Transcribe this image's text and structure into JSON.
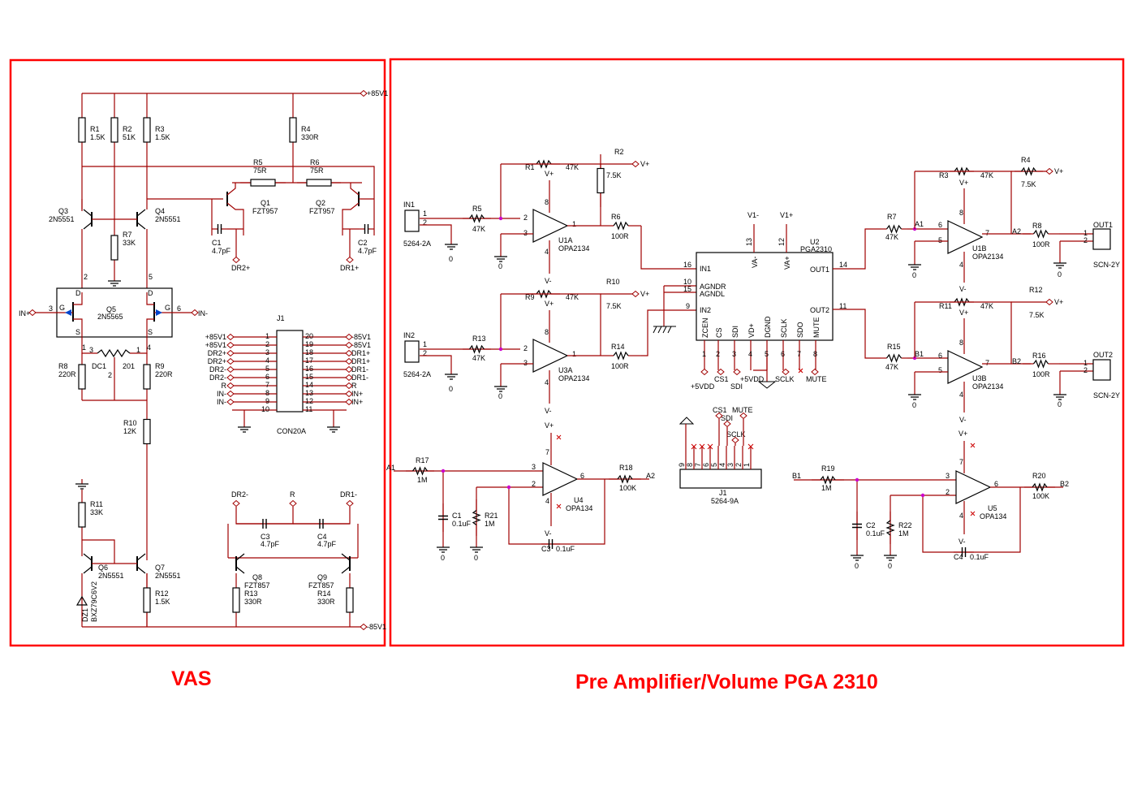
{
  "titles": {
    "vas": "VAS",
    "pre": "Pre Amplifier/Volume PGA 2310"
  },
  "colors": {
    "wire": "#a00000",
    "frame": "#ff0000",
    "text": "#000000",
    "pin": "#0000aa",
    "noconnect": "#cc0000"
  },
  "vas": {
    "rails": {
      "top": "+85V1",
      "bottom": "-85V1"
    },
    "R1": {
      "ref": "R1",
      "val": "1.5K"
    },
    "R2": {
      "ref": "R2",
      "val": "51K"
    },
    "R3": {
      "ref": "R3",
      "val": "1.5K"
    },
    "R4": {
      "ref": "R4",
      "val": "330R"
    },
    "R5": {
      "ref": "R5",
      "val": "75R"
    },
    "R6": {
      "ref": "R6",
      "val": "75R"
    },
    "R7": {
      "ref": "R7",
      "val": "33K"
    },
    "R8": {
      "ref": "R8",
      "val": "220R"
    },
    "R9": {
      "ref": "R9",
      "val": "220R"
    },
    "R10": {
      "ref": "R10",
      "val": "12K"
    },
    "R11": {
      "ref": "R11",
      "val": "33K"
    },
    "R12": {
      "ref": "R12",
      "val": "1.5K"
    },
    "R13": {
      "ref": "R13",
      "val": "330R"
    },
    "R14": {
      "ref": "R14",
      "val": "330R"
    },
    "Q1": {
      "ref": "Q1",
      "val": "FZT957"
    },
    "Q2": {
      "ref": "Q2",
      "val": "FZT957"
    },
    "Q3": {
      "ref": "Q3",
      "val": "2N5551"
    },
    "Q4": {
      "ref": "Q4",
      "val": "2N5551"
    },
    "Q5": {
      "ref": "Q5",
      "val": "2N5565"
    },
    "Q6": {
      "ref": "Q6",
      "val": "2N5551"
    },
    "Q7": {
      "ref": "Q7",
      "val": "2N5551"
    },
    "Q8": {
      "ref": "Q8",
      "val": "FZT857"
    },
    "Q9": {
      "ref": "Q9",
      "val": "FZT857"
    },
    "C1": {
      "ref": "C1",
      "val": "4.7pF"
    },
    "C2": {
      "ref": "C2",
      "val": "4.7pF"
    },
    "C3": {
      "ref": "C3",
      "val": "4.7pF"
    },
    "C4": {
      "ref": "C4",
      "val": "4.7pF"
    },
    "DC1": {
      "ref": "DC1",
      "val": "201"
    },
    "DZ1": {
      "ref": "DZ1",
      "val": "BXZ79C6V2"
    },
    "nets": {
      "dr2p": "DR2+",
      "dr1p": "DR1+",
      "dr2m": "DR2-",
      "r": "R",
      "dr1m": "DR1-",
      "inp": "IN+",
      "inm": "IN-"
    },
    "pins": {
      "d": "D",
      "g": "G",
      "s": "S",
      "p1": "1",
      "p2": "2",
      "p3": "3",
      "p4": "4",
      "p5": "5",
      "p6": "6"
    },
    "j1": {
      "ref": "J1",
      "val": "CON20A",
      "left": [
        "+85V1",
        "+85V1",
        "DR2+",
        "DR2+",
        "DR2-",
        "DR2-",
        "R",
        "IN-",
        "IN-"
      ],
      "leftnums": [
        "1",
        "2",
        "3",
        "4",
        "5",
        "6",
        "7",
        "8",
        "9",
        "10"
      ],
      "right": [
        "-85V1",
        "-85V1",
        "DR1+",
        "DR1+",
        "DR1-",
        "DR1-",
        "R",
        "IN+",
        "IN+"
      ],
      "rightnums": [
        "20",
        "19",
        "18",
        "17",
        "16",
        "15",
        "14",
        "13",
        "12",
        "11"
      ]
    }
  },
  "pre": {
    "IN1": {
      "ref": "IN1",
      "val": "5264-2A"
    },
    "IN2": {
      "ref": "IN2",
      "val": "5264-2A"
    },
    "OUT1": {
      "ref": "OUT1",
      "val": "SCN-2Y"
    },
    "OUT2": {
      "ref": "OUT2",
      "val": "SCN-2Y"
    },
    "R1": {
      "ref": "R1",
      "val": "47K"
    },
    "R2": {
      "ref": "R2",
      "val": "7.5K"
    },
    "R3": {
      "ref": "R3",
      "val": "47K"
    },
    "R4": {
      "ref": "R4",
      "val": "7.5K"
    },
    "R5": {
      "ref": "R5",
      "val": "47K"
    },
    "R6": {
      "ref": "R6",
      "val": "100R"
    },
    "R7": {
      "ref": "R7",
      "val": "47K"
    },
    "R8": {
      "ref": "R8",
      "val": "100R"
    },
    "R9": {
      "ref": "R9",
      "val": "47K"
    },
    "R10": {
      "ref": "R10",
      "val": "7.5K"
    },
    "R11": {
      "ref": "R11",
      "val": "47K"
    },
    "R12": {
      "ref": "R12",
      "val": "7.5K"
    },
    "R13": {
      "ref": "R13",
      "val": "47K"
    },
    "R14": {
      "ref": "R14",
      "val": "100R"
    },
    "R15": {
      "ref": "R15",
      "val": "47K"
    },
    "R16": {
      "ref": "R16",
      "val": "100R"
    },
    "R17": {
      "ref": "R17",
      "val": "1M"
    },
    "R18": {
      "ref": "R18",
      "val": "100K"
    },
    "R19": {
      "ref": "R19",
      "val": "1M"
    },
    "R20": {
      "ref": "R20",
      "val": "100K"
    },
    "R21": {
      "ref": "R21",
      "val": "1M"
    },
    "R22": {
      "ref": "R22",
      "val": "1M"
    },
    "C1": {
      "ref": "C1",
      "val": "0.1uF"
    },
    "C2": {
      "ref": "C2",
      "val": "0.1uF"
    },
    "C3": {
      "ref": "C3",
      "val": "0.1uF"
    },
    "C4": {
      "ref": "C4",
      "val": "0.1uF"
    },
    "U1A": {
      "ref": "U1A",
      "val": "OPA2134"
    },
    "U1B": {
      "ref": "U1B",
      "val": "OPA2134"
    },
    "U3A": {
      "ref": "U3A",
      "val": "OPA2134"
    },
    "U3B": {
      "ref": "U3B",
      "val": "OPA2134"
    },
    "U4": {
      "ref": "U4",
      "val": "OPA134"
    },
    "U5": {
      "ref": "U5",
      "val": "OPA134"
    },
    "u2": {
      "ref": "U2",
      "val": "PGA2310",
      "pins": {
        "in1": "IN1",
        "agndr": "AGNDR",
        "agndl": "AGNDL",
        "in2": "IN2",
        "out1": "OUT1",
        "out2": "OUT2",
        "va_minus": "VA-",
        "va_plus": "VA+",
        "zcen": "ZCEN",
        "cs": "CS",
        "sdi": "SDI",
        "vdd": "VD+",
        "dgnd": "DGND",
        "sclk": "SCLK",
        "sdo": "SDO",
        "mute": "MUTE"
      },
      "nums": {
        "p16": "16",
        "p10": "10",
        "p15": "15",
        "p9": "9",
        "p14": "14",
        "p11": "11",
        "p13": "13",
        "p12": "12",
        "p1": "1",
        "p2": "2",
        "p3": "3",
        "p4": "4",
        "p5": "5",
        "p6": "6",
        "p7": "7",
        "p8": "8"
      }
    },
    "j1": {
      "ref": "J1",
      "val": "5264-9A",
      "nums": [
        "9",
        "8",
        "7",
        "6",
        "5",
        "4",
        "3",
        "2",
        "1"
      ]
    },
    "nets": {
      "vplus": "V+",
      "vminus": "V-",
      "v1minus": "V1-",
      "v1plus": "V1+",
      "gnd": "0",
      "p5vdd": "+5VDD",
      "cs1": "CS1",
      "sdi": "SDI",
      "sclk": "SCLK",
      "mute": "MUTE",
      "a1": "A1",
      "a2": "A2",
      "b1": "B1",
      "b2": "B2"
    },
    "pinnums": {
      "p1": "1",
      "p2": "2",
      "p3": "3",
      "p4": "4",
      "p5": "5",
      "p6": "6",
      "p7": "7",
      "p8": "8"
    }
  }
}
